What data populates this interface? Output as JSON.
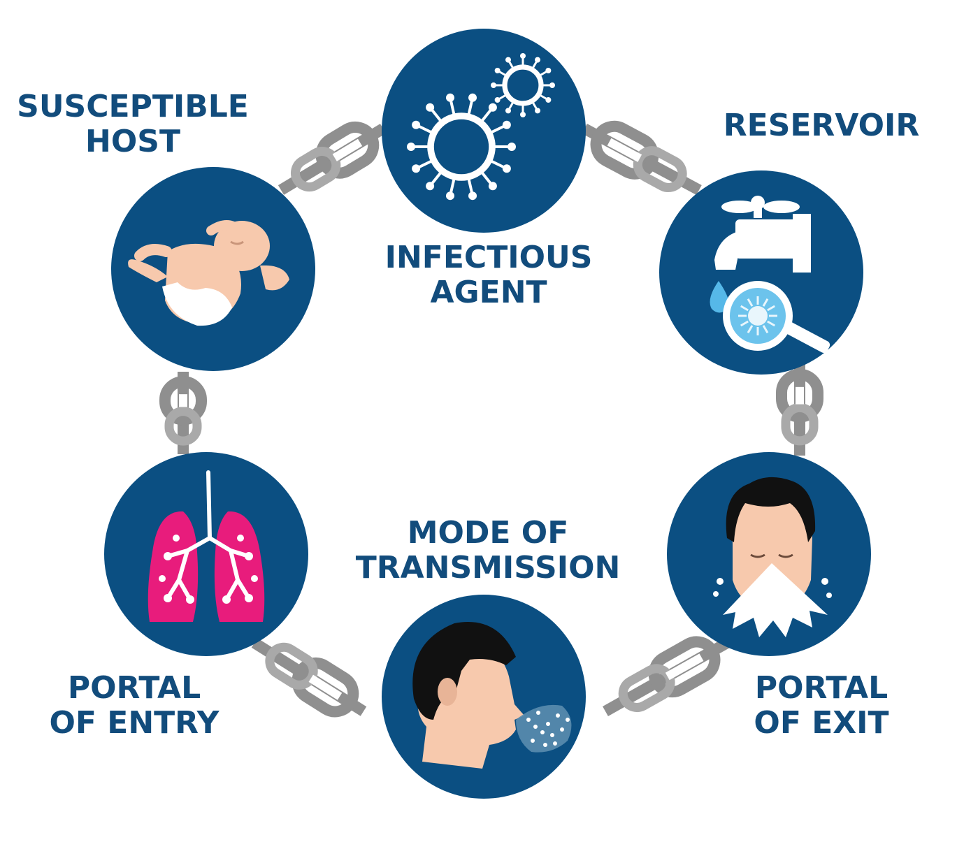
{
  "colors": {
    "circle": "#0b4f82",
    "label": "#124c7c",
    "chain": "#8f8f8f",
    "skin": "#f7c9ad",
    "lungs": "#e81c7c",
    "water": "#56b8e8",
    "hair": "#111111",
    "white": "#ffffff"
  },
  "nodes": [
    {
      "id": "infectious-agent",
      "icon": "virus-icon",
      "label_lines": [
        "INFECTIOUS",
        "AGENT"
      ]
    },
    {
      "id": "reservoir",
      "icon": "faucet-magnifier-icon",
      "label_lines": [
        "RESERVOIR"
      ]
    },
    {
      "id": "portal-of-exit",
      "icon": "sneezing-person-icon",
      "label_lines": [
        "PORTAL",
        "OF EXIT"
      ]
    },
    {
      "id": "mode-of-transmission",
      "icon": "coughing-person-icon",
      "label_lines": [
        "MODE OF",
        "TRANSMISSION"
      ]
    },
    {
      "id": "portal-of-entry",
      "icon": "lungs-icon",
      "label_lines": [
        "PORTAL",
        "OF ENTRY"
      ]
    },
    {
      "id": "susceptible-host",
      "icon": "baby-icon",
      "label_lines": [
        "SUSCEPTIBLE",
        "HOST"
      ]
    }
  ]
}
